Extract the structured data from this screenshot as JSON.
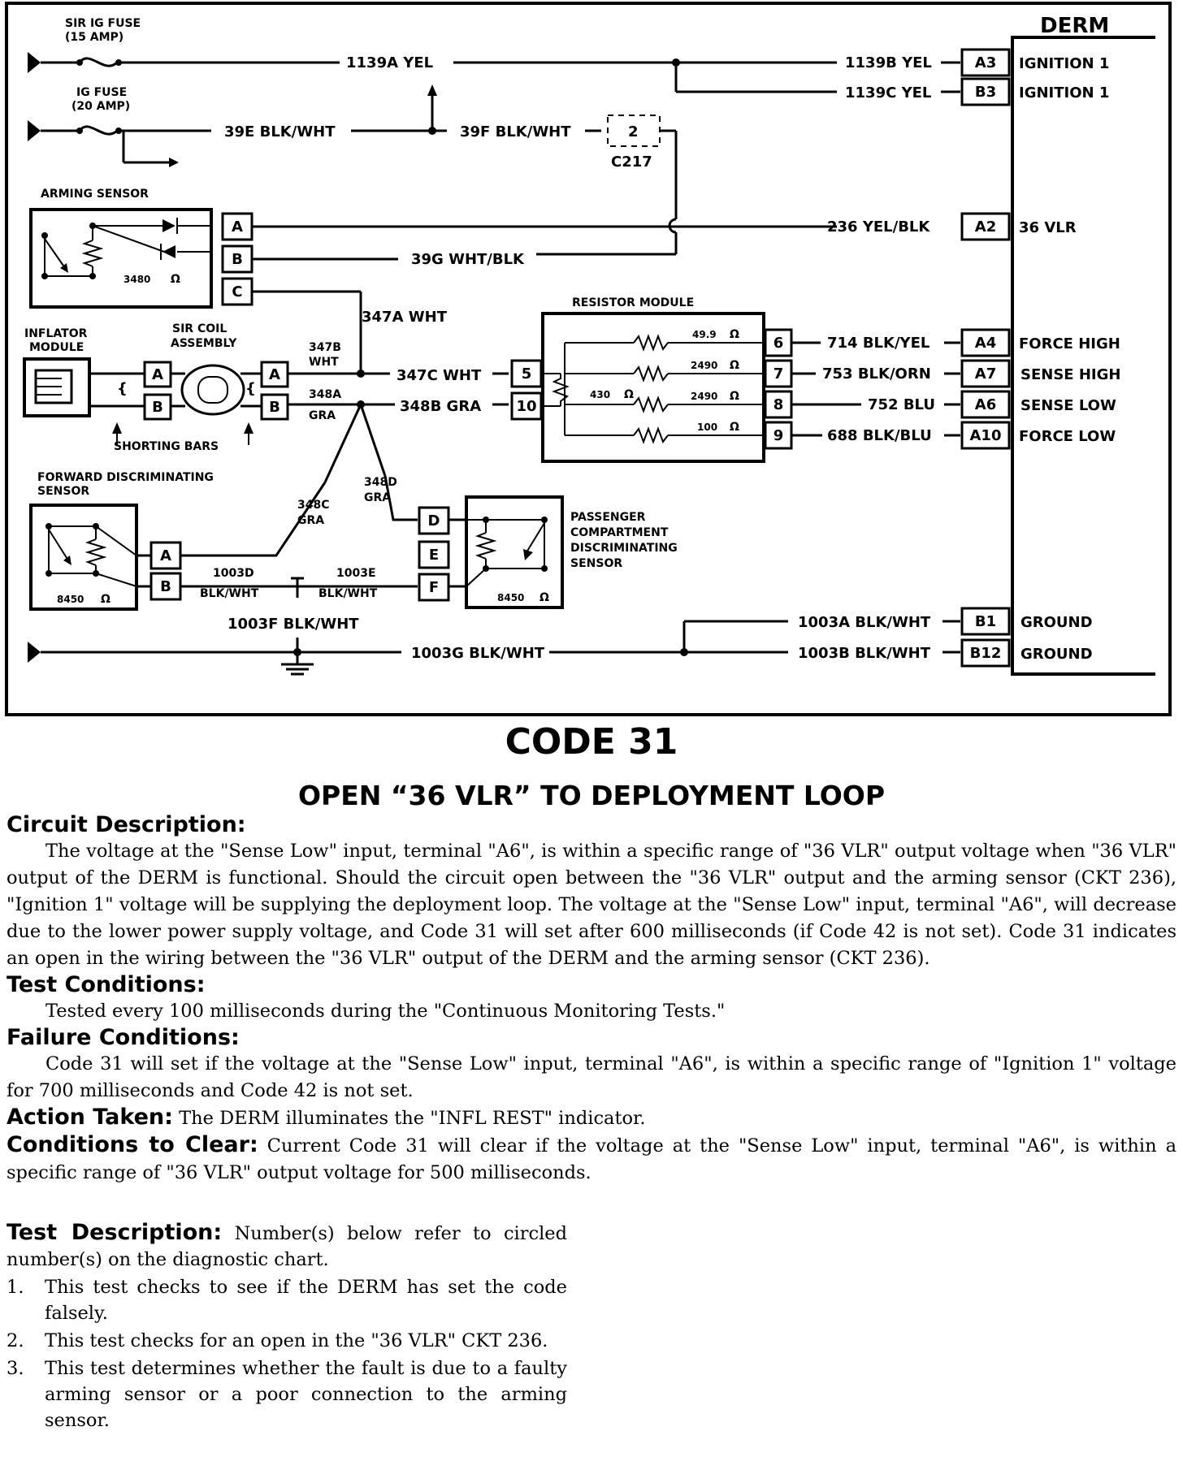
{
  "diagram": {
    "derm_title": "DERM",
    "sir_ig_fuse": "SIR IG FUSE",
    "sir_ig_fuse_rating": "(15 AMP)",
    "ig_fuse": "IG FUSE",
    "ig_fuse_rating": "(20 AMP)",
    "wire_1139a": "1139A YEL",
    "wire_1139b": "1139B YEL",
    "wire_1139c": "1139C YEL",
    "wire_39e": "39E BLK/WHT",
    "wire_39f": "39F BLK/WHT",
    "wire_39g": "39G WHT/BLK",
    "connector_c217": "C217",
    "connector_c217_pin": "2",
    "wire_236": "236 YEL/BLK",
    "arming_sensor": "ARMING SENSOR",
    "arming_resistance": "3480",
    "ohm": "Ω",
    "pin_a": "A",
    "pin_b": "B",
    "pin_c": "C",
    "pin_d": "D",
    "pin_e": "E",
    "pin_f": "F",
    "wire_347a": "347A WHT",
    "wire_347b_1": "347B",
    "wire_347b_2": "WHT",
    "wire_348a_1": "348A",
    "wire_348a_2": "GRA",
    "wire_347c": "347C WHT",
    "wire_348b": "348B GRA",
    "wire_348c_1": "348C",
    "wire_348c_2": "GRA",
    "wire_348d_1": "348D",
    "wire_348d_2": "GRA",
    "inflator_module_1": "INFLATOR",
    "inflator_module_2": "MODULE",
    "sir_coil_1": "SIR COIL",
    "sir_coil_2": "ASSEMBLY",
    "shorting_bars": "SHORTING BARS",
    "resistor_module": "RESISTOR MODULE",
    "res_49_9": "49.9",
    "res_2490_a": "2490",
    "res_2490_b": "2490",
    "res_100": "100",
    "res_430": "430",
    "pin_5": "5",
    "pin_10": "10",
    "pin_6": "6",
    "pin_7": "7",
    "pin_8": "8",
    "pin_9": "9",
    "wire_714": "714 BLK/YEL",
    "wire_753": "753 BLK/ORN",
    "wire_752": "752 BLU",
    "wire_688": "688 BLK/BLU",
    "fwd_sensor_1": "FORWARD DISCRIMINATING",
    "fwd_sensor_2": "SENSOR",
    "fwd_resistance": "8450",
    "pass_sensor_1": "PASSENGER",
    "pass_sensor_2": "COMPARTMENT",
    "pass_sensor_3": "DISCRIMINATING",
    "pass_sensor_4": "SENSOR",
    "pass_resistance": "8450",
    "wire_1003d_1": "1003D",
    "wire_1003d_2": "BLK/WHT",
    "wire_1003e_1": "1003E",
    "wire_1003e_2": "BLK/WHT",
    "wire_1003f": "1003F BLK/WHT",
    "wire_1003g": "1003G BLK/WHT",
    "wire_1003a": "1003A BLK/WHT",
    "wire_1003b": "1003B BLK/WHT",
    "derm_pins": [
      {
        "pin": "A3",
        "name": "IGNITION 1"
      },
      {
        "pin": "B3",
        "name": "IGNITION 1"
      },
      {
        "pin": "A2",
        "name": "36 VLR"
      },
      {
        "pin": "A4",
        "name": "FORCE HIGH"
      },
      {
        "pin": "A7",
        "name": "SENSE HIGH"
      },
      {
        "pin": "A6",
        "name": "SENSE LOW"
      },
      {
        "pin": "A10",
        "name": "FORCE LOW"
      },
      {
        "pin": "B1",
        "name": "GROUND"
      },
      {
        "pin": "B12",
        "name": "GROUND"
      }
    ]
  },
  "doc": {
    "code_title": "CODE 31",
    "code_subtitle": "OPEN “36 VLR” TO DEPLOYMENT LOOP",
    "circuit_heading": "Circuit Description:",
    "circuit_text": "The voltage at the \"Sense Low\" input, terminal \"A6\", is within a specific range of \"36 VLR\" output voltage when \"36 VLR\" output of the DERM is functional. Should the circuit open between the \"36 VLR\" output and the arming sensor (CKT 236), \"Ignition 1\" voltage will be supplying the deployment loop. The voltage at the \"Sense Low\" input, terminal \"A6\", will decrease due to the lower power supply voltage, and Code 31 will set after 600 milliseconds (if Code 42 is not set). Code 31 indicates an open in the wiring between the \"36 VLR\" output of the DERM and the arming sensor (CKT 236).",
    "test_cond_heading": "Test Conditions:",
    "test_cond_text": "Tested every 100 milliseconds during the \"Continuous Monitoring Tests.\"",
    "failure_heading": "Failure Conditions:",
    "failure_text": "Code 31 will set if the voltage at the \"Sense Low\" input, terminal \"A6\", is within a specific range of \"Ignition 1\" voltage for 700 milliseconds and Code 42 is not set.",
    "action_heading": "Action Taken:",
    "action_text": "The DERM illuminates the \"INFL REST\" indicator.",
    "clear_heading": "Conditions to Clear:",
    "clear_text": "Current Code 31 will clear if the voltage at the \"Sense Low\" input, terminal \"A6\", is within a specific range of \"36 VLR\" output voltage for 500 milliseconds.",
    "test_desc_heading": "Test Description:",
    "test_desc_intro": "Number(s) below refer to circled number(s) on the diagnostic chart.",
    "test_items": [
      {
        "num": "1.",
        "text": "This test checks to see if the DERM has set the code falsely."
      },
      {
        "num": "2.",
        "text": "This test checks for an open in the \"36 VLR\" CKT 236."
      },
      {
        "num": "3.",
        "text": "This test determines whether the fault is due to a faulty arming sensor or a poor connection to the arming sensor."
      }
    ]
  }
}
